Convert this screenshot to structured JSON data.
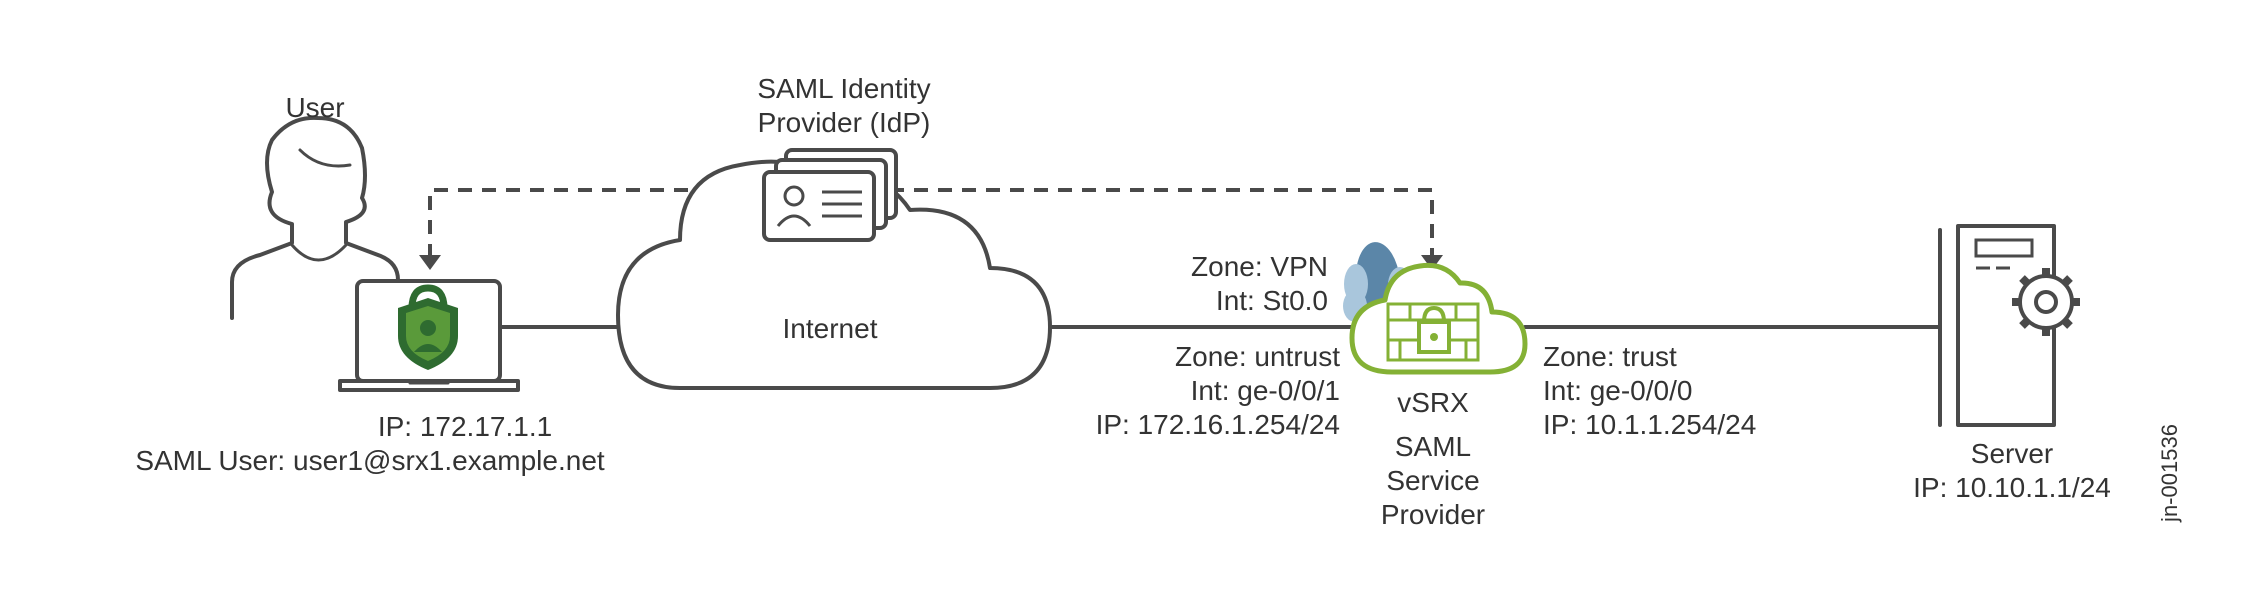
{
  "user": {
    "title": "User",
    "ip": "IP: 172.17.1.1",
    "saml_user": "SAML User: user1@srx1.example.net"
  },
  "idp": {
    "title_line1": "SAML Identity",
    "title_line2": "Provider (IdP)"
  },
  "internet": {
    "label": "Internet"
  },
  "vpn_zone": {
    "zone": "Zone: VPN",
    "interface": "Int: St0.0"
  },
  "untrust_zone": {
    "zone": "Zone: untrust",
    "interface": "Int: ge-0/0/1",
    "ip": "IP: 172.16.1.254/24"
  },
  "trust_zone": {
    "zone": "Zone: trust",
    "interface": "Int: ge-0/0/0",
    "ip": "IP: 10.1.1.254/24"
  },
  "vsrx": {
    "name": "vSRX",
    "role_line1": "SAML",
    "role_line2": "Service",
    "role_line3": "Provider"
  },
  "server": {
    "title": "Server",
    "ip": "IP: 10.10.1.1/24"
  },
  "figure_id": "jn-001536",
  "colors": {
    "line": "#4a4a4a",
    "vsrx_green": "#84b135",
    "shield_green": "#2e6b30",
    "shield_light": "#5a9a3a",
    "cloud_blue_dark": "#5b86a8",
    "cloud_blue_light": "#a9c6dc"
  }
}
